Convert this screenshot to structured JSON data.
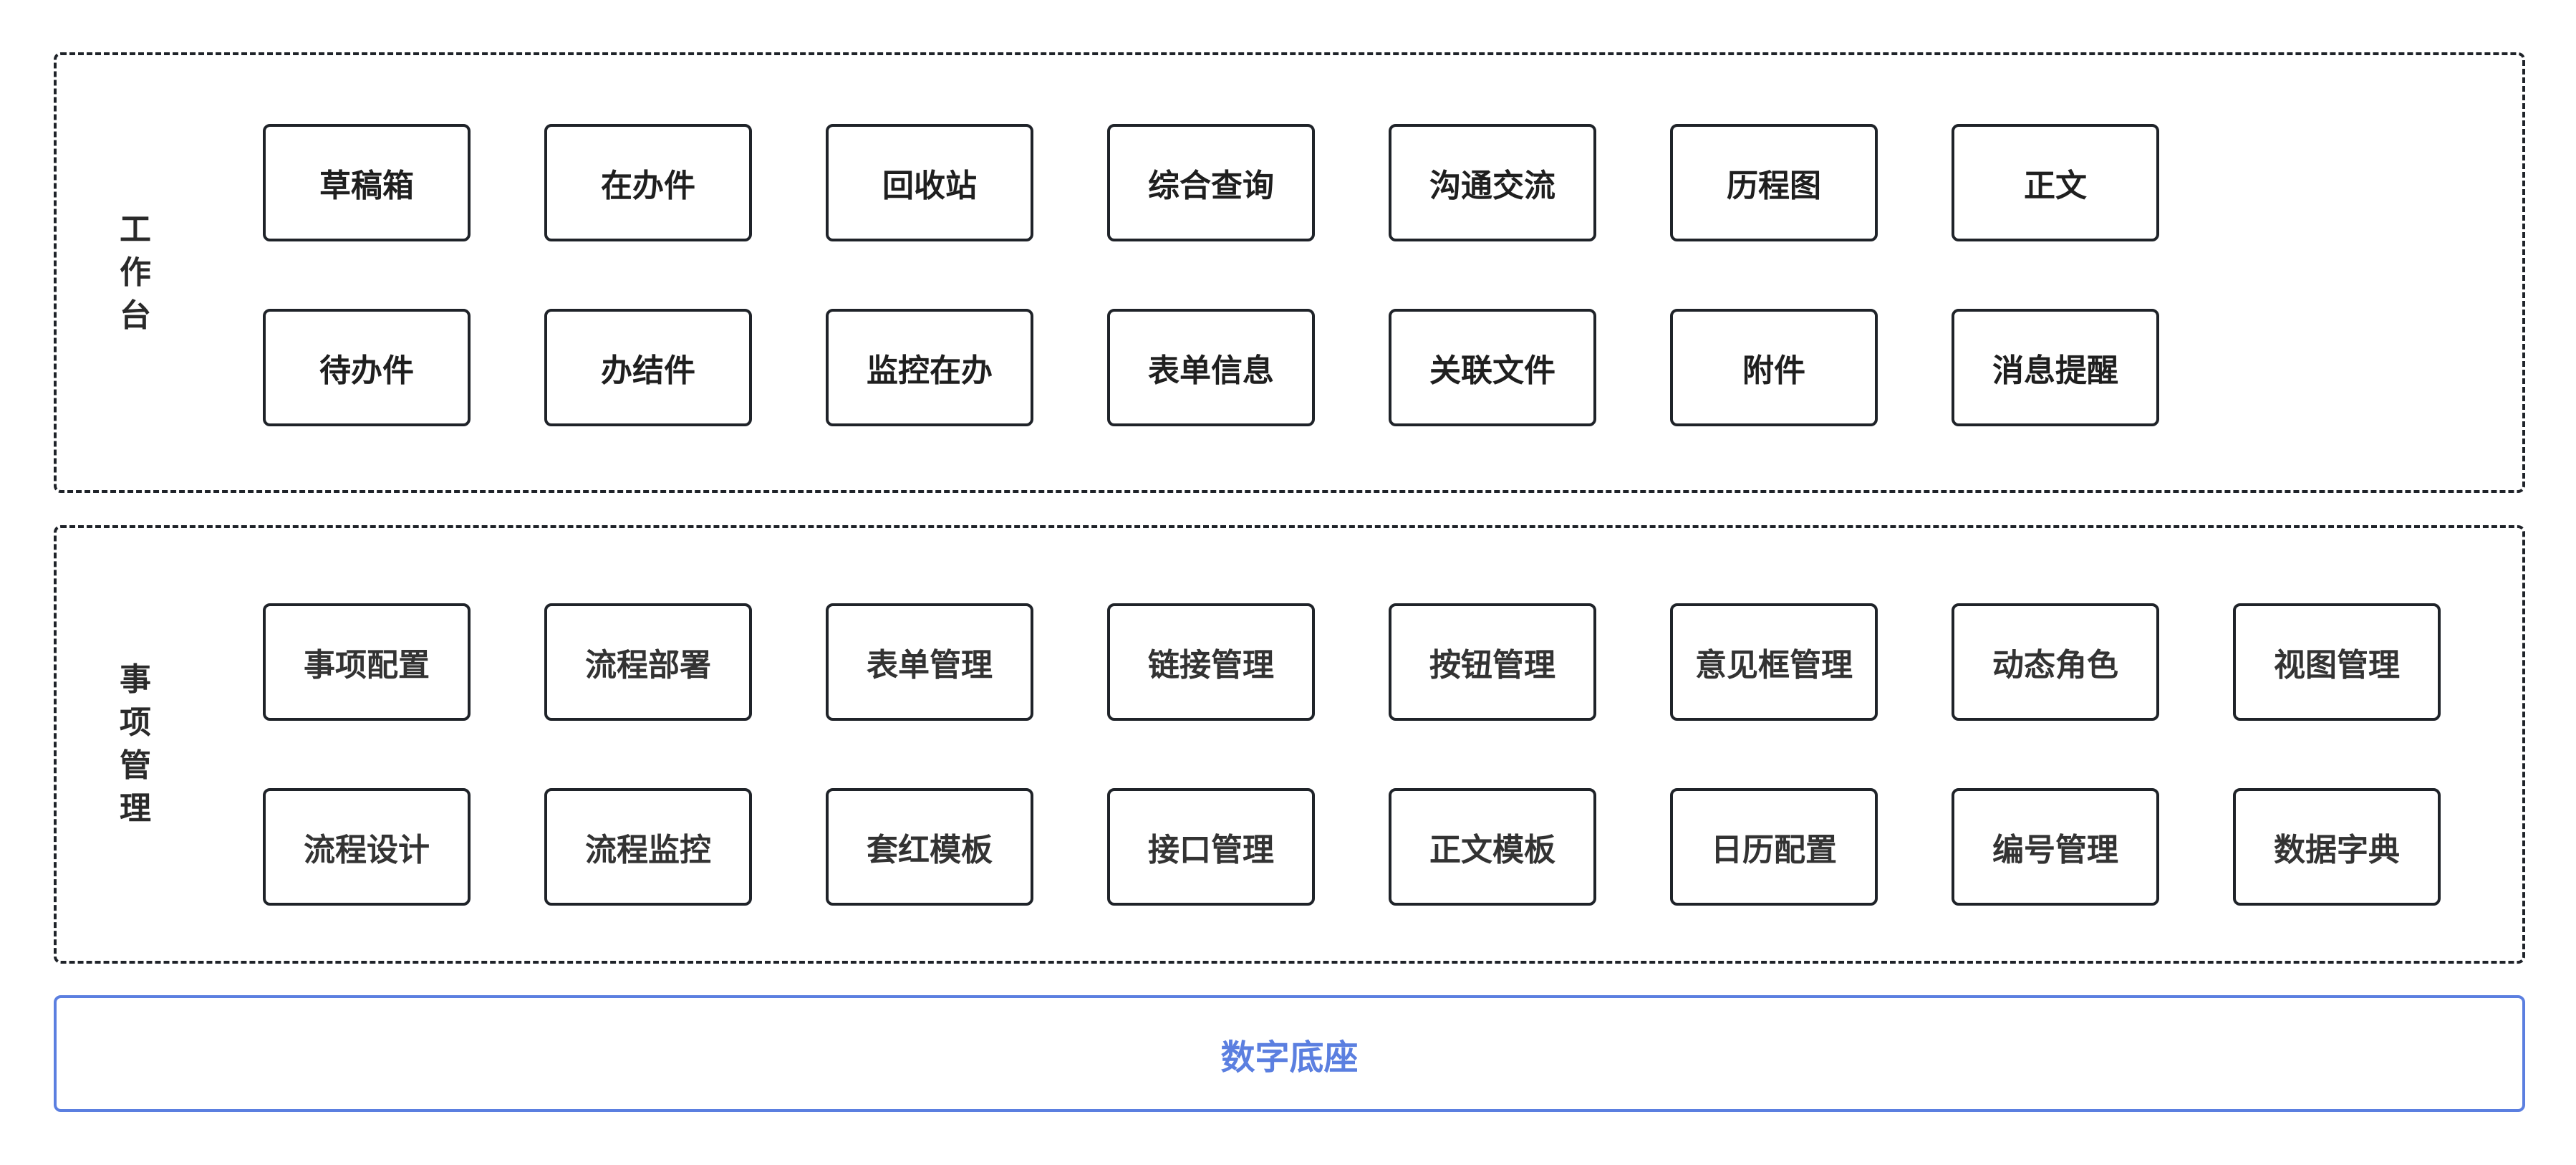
{
  "workbench": {
    "title_chars": [
      "工",
      "作",
      "台"
    ],
    "row1": [
      "草稿箱",
      "在办件",
      "回收站",
      "综合查询",
      "沟通交流",
      "历程图",
      "正文"
    ],
    "row2": [
      "待办件",
      "办结件",
      "监控在办",
      "表单信息",
      "关联文件",
      "附件",
      "消息提醒"
    ]
  },
  "item_management": {
    "title_chars": [
      "事",
      "项",
      "管",
      "理"
    ],
    "row1": [
      "事项配置",
      "流程部署",
      "表单管理",
      "链接管理",
      "按钮管理",
      "意见框管理",
      "动态角色",
      "视图管理"
    ],
    "row2": [
      "流程设计",
      "流程监控",
      "套红模板",
      "接口管理",
      "正文模板",
      "日历配置",
      "编号管理",
      "数据字典"
    ]
  },
  "base": {
    "label": "数字底座"
  },
  "colors": {
    "border": "#1f2329",
    "accent": "#5b7fe0"
  }
}
